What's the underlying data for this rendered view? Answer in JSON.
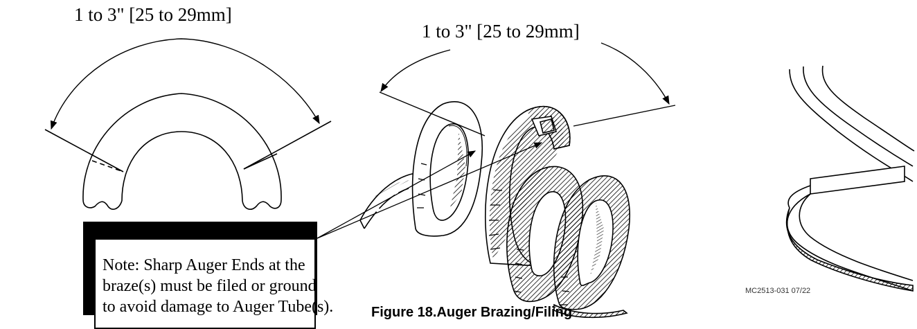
{
  "figure": {
    "dimension_label_left": "1 to 3\" [25 to 29mm]",
    "dimension_label_center": "1 to 3\" [25 to 29mm]",
    "note": {
      "lines": [
        "Note: Sharp Auger Ends at the",
        "braze(s) must be filed or ground",
        "to avoid damage to Auger Tube(s)."
      ]
    },
    "caption": "Figure 18.Auger Brazing/Filing",
    "reference_code": "MC2513-031 07/22"
  },
  "colors": {
    "ink": "#000000",
    "paper": "#ffffff",
    "hatch": "#000000"
  }
}
